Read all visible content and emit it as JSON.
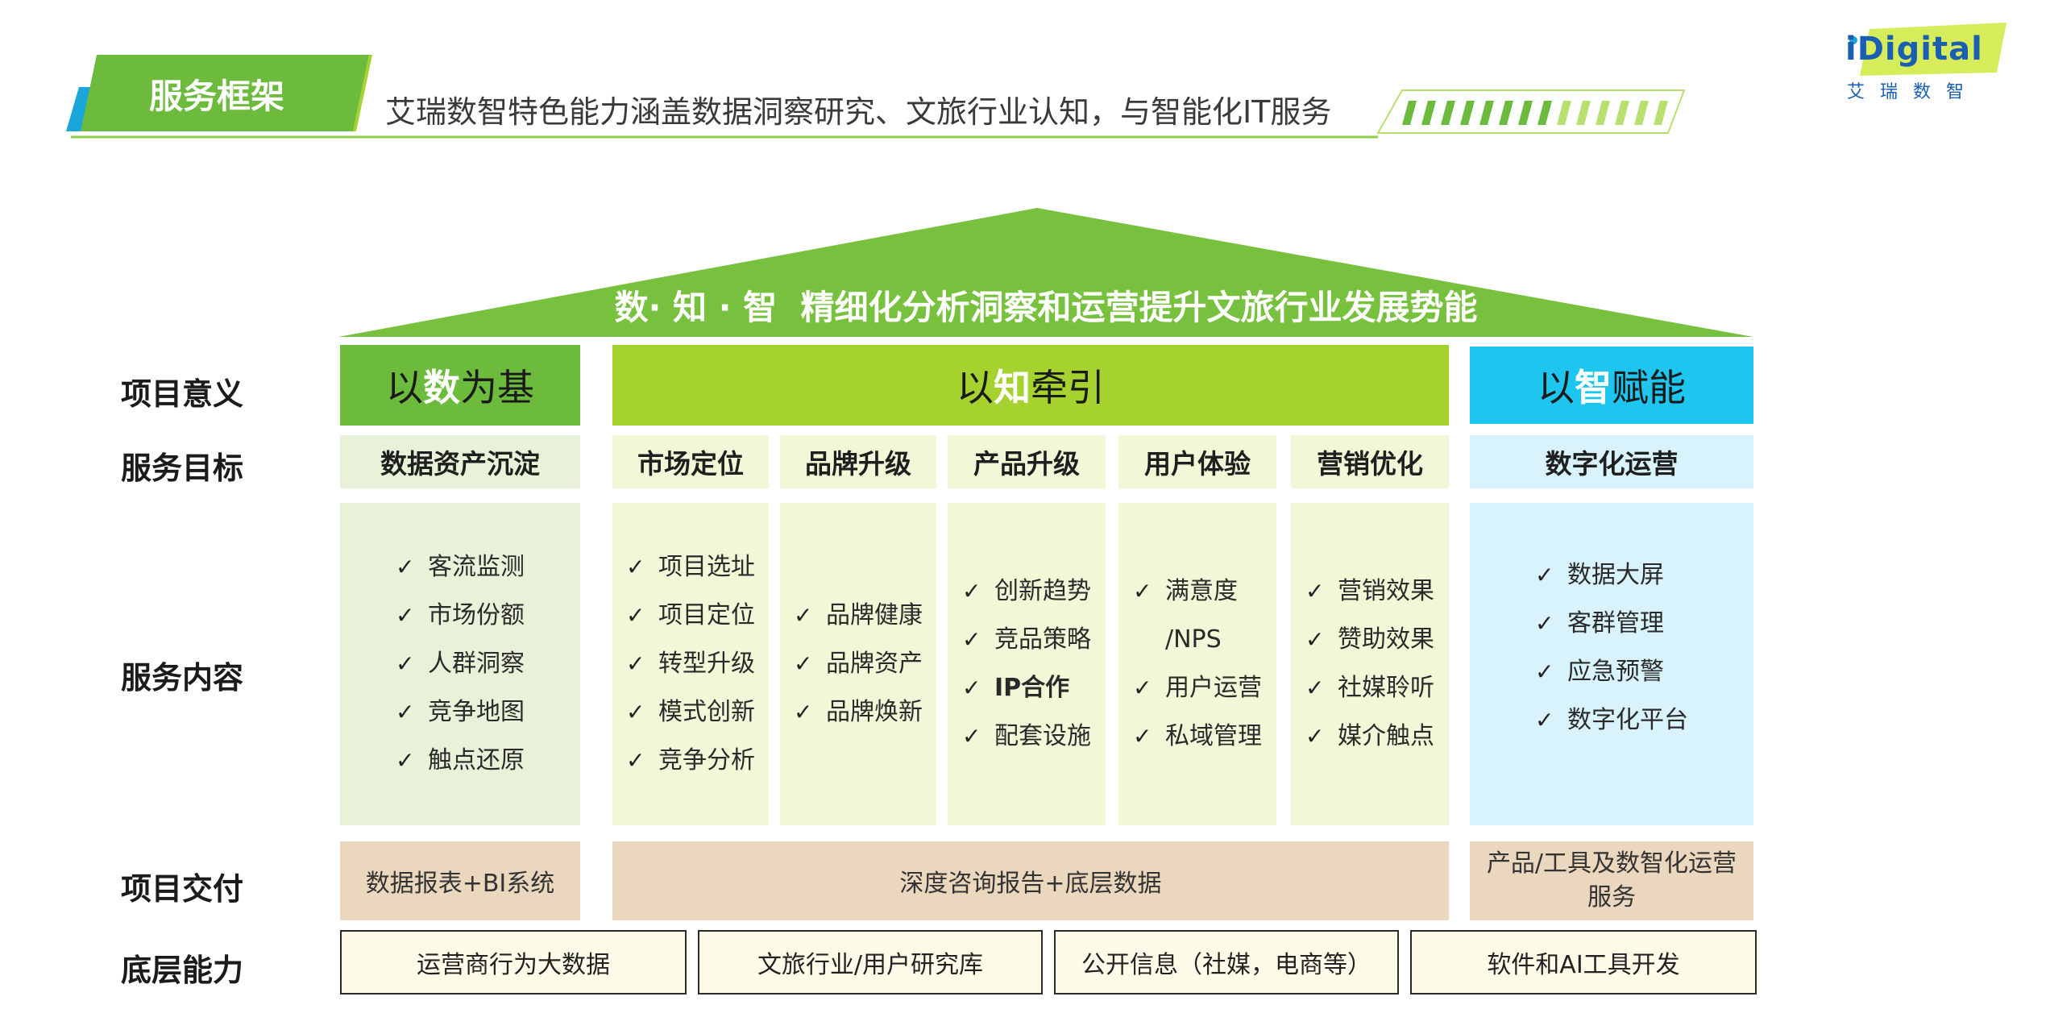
{
  "header": {
    "tag_label": "服务框架",
    "subtitle": "艾瑞数智特色能力涵盖数据洞察研究、文旅行业认知，与智能化IT服务"
  },
  "logo": {
    "brand": "iDigital",
    "chinese": "艾 瑞 数 智"
  },
  "roof": {
    "slogan": "数· 知 · 智  精细化分析洞察和运营提升文旅行业发展势能"
  },
  "row_labels": {
    "significance": "项目意义",
    "goals": "服务目标",
    "content": "服务内容",
    "delivery": "项目交付",
    "foundation": "底层能力"
  },
  "pillars": {
    "shu": {
      "pre": "以",
      "key": "数",
      "post": "为基"
    },
    "zhi": {
      "pre": "以",
      "key": "知",
      "post": "牵引"
    },
    "zhi2": {
      "pre": "以",
      "key": "智",
      "post": "赋能"
    }
  },
  "goals": [
    {
      "label": "数据资产沉淀",
      "items": [
        "客流监测",
        "市场份额",
        "人群洞察",
        "竞争地图",
        "触点还原"
      ]
    },
    {
      "label": "市场定位",
      "items": [
        "项目选址",
        "项目定位",
        "转型升级",
        "模式创新",
        "竞争分析"
      ]
    },
    {
      "label": "品牌升级",
      "items": [
        "品牌健康",
        "品牌资产",
        "品牌焕新"
      ]
    },
    {
      "label": "产品升级",
      "items": [
        "创新趋势",
        "竞品策略",
        "IP合作",
        "配套设施"
      ]
    },
    {
      "label": "用户体验",
      "items": [
        "满意度",
        "/NPS",
        "用户运营",
        "私域管理"
      ]
    },
    {
      "label": "营销优化",
      "items": [
        "营销效果",
        "赞助效果",
        "社媒聆听",
        "媒介触点"
      ]
    },
    {
      "label": "数字化运营",
      "items": [
        "数据大屏",
        "客群管理",
        "应急预警",
        "数字化平台"
      ]
    }
  ],
  "check_mark": "✓",
  "delivery": [
    "数据报表+BI系统",
    "深度咨询报告+底层数据",
    "产品/工具及数智化运营\n服务"
  ],
  "foundation": [
    "运营商行为大数据",
    "文旅行业/用户研究库",
    "公开信息（社媒，电商等）",
    "软件和AI工具开发"
  ],
  "colors": {
    "green_dark": "#6cbb3c",
    "green_lime": "#a5d22e",
    "cyan": "#1ec5ee",
    "pale_green": "#e7f2d8",
    "pale_lime": "#f1f7d7",
    "pale_cyan": "#d8f3fb",
    "tan": "#ead7bd",
    "base_fill": "#fffbe9"
  }
}
